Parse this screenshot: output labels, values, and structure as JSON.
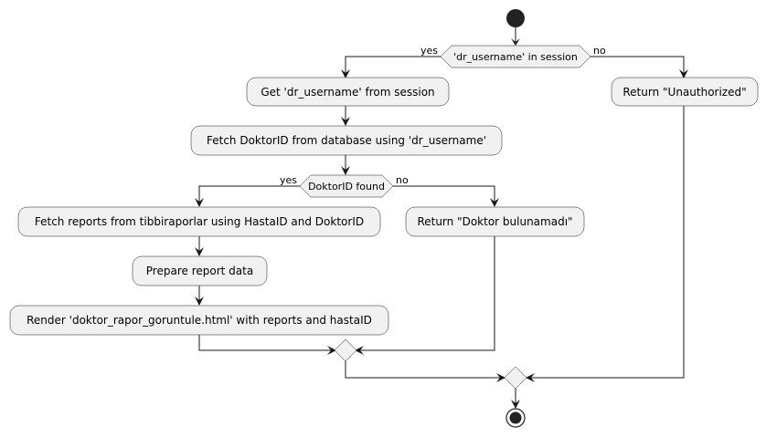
{
  "flow": {
    "condition_session": "'dr_username' in session",
    "yes_label": "yes",
    "no_label": "no",
    "get_username": "Get 'dr_username' from session",
    "fetch_doktor_id": "Fetch DoktorID from database using 'dr_username'",
    "condition_doktor_found": "DoktorID found",
    "fetch_reports": "Fetch reports from tibbiraporlar using HastaID and DoktorID",
    "prepare_data": "Prepare report data",
    "render_template": "Render 'doktor_rapor_goruntule.html' with reports and hastaID",
    "return_doktor_not_found": "Return \"Doktor bulunamadı\"",
    "return_unauthorized": "Return \"Unauthorized\""
  },
  "colors": {
    "node_fill": "#f1f1f1",
    "stroke": "#181818",
    "start_end": "#222222"
  }
}
